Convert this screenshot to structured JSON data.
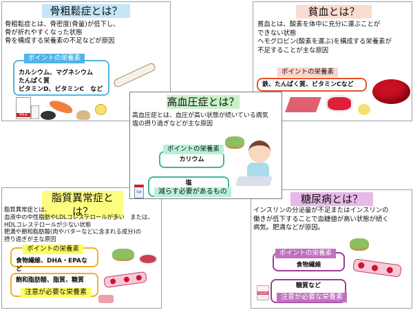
{
  "osteoporosis": {
    "title": "骨粗鬆症とは？",
    "description": "骨粗鬆症とは、骨密度(骨量)が低下し、\n骨が折れやすくなった状態\n骨を構成する栄養素の不足などが原因",
    "point_label": "ポイントの栄養素",
    "nutrients": "カルシウム、マグネシウム\nたんぱく質\nビタミンD、ビタミンC　など",
    "milk_label": "MILK",
    "accent": "#4fb4e6"
  },
  "anemia": {
    "title": "貧血とは？",
    "description": "貧血とは、酸素を体中に充分に運ぶことが\nできない状態\nヘモグロビン(酸素を運ぶ)を構成する栄養素が\n不足することが主な原因",
    "point_label": "ポイントの栄養素",
    "nutrients": "鉄、たんぱく質、ビタミンCなど",
    "accent": "#e8502a"
  },
  "hypertension": {
    "title": "高血圧症とは？",
    "description": "高血圧症とは、血圧が高い状態が続いている病気\n塩の摂り過ぎなどが主な原因",
    "point_label": "ポイントの栄養素",
    "nutrients": "カリウム",
    "reduce_item": "塩",
    "reduce_label": "減らす必要があるもの",
    "salt_label": "Salt",
    "accent": "#3cb89a"
  },
  "dyslipidemia": {
    "title": "脂質異常症とは？",
    "description": "脂質異常症とは、\n血液中の中性脂肪やLDLコレステロールが多い　または、\nHDLコレステロールが少ない状態\n肥満や飽和脂肪酸(肉やバターなどに含まれる成分)の\n摂り過ぎが主な原因",
    "point_label": "ポイントの栄養素",
    "nutrients": "食物繊維、DHA・EPAなど",
    "caution_items": "飽和脂肪酸、脂質、糖質",
    "caution_label": "注意が必要な栄養素",
    "accent": "#f0b020"
  },
  "diabetes": {
    "title": "糖尿病とは？",
    "description": "インスリンの分泌量が不足またはインスリンの\n働きが低下することで血糖値が高い状態が続く\n病気。肥満などが原因。",
    "point_label": "ポイントの栄養素",
    "nutrients": "食物繊維",
    "caution_items": "糖質など",
    "caution_label": "注意が必要な栄養素",
    "sugar_label": "SUGAR",
    "accent": "#9a3a9a"
  }
}
